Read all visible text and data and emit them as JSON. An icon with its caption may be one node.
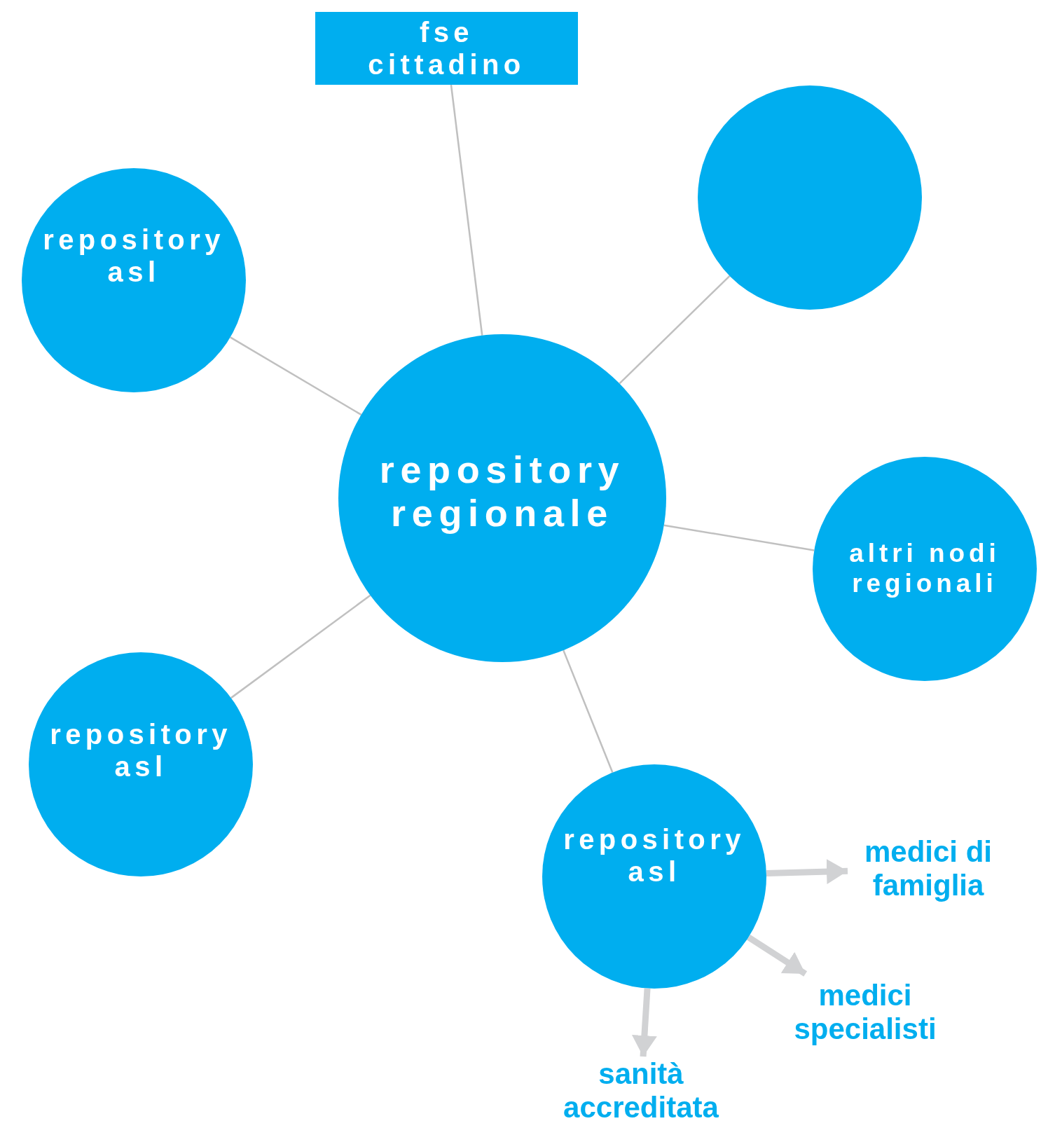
{
  "diagram": {
    "nodes": [
      {
        "text": [
          "fse cittadino"
        ]
      },
      {
        "text": [
          "repository asl"
        ]
      },
      {
        "text": [],
        "shape": "circle"
      },
      {
        "text": [
          "repository regionale"
        ]
      },
      {
        "text": [
          "altri nodi regionali"
        ]
      },
      {
        "text": [
          "repository asl"
        ]
      },
      {
        "text": [
          "repository asl"
        ]
      },
      {
        "text": [
          "medici di famiglia"
        ]
      },
      {
        "text": [
          "medici specialisti"
        ]
      },
      {
        "text": [
          "sanità accreditata"
        ]
      }
    ],
    "edges": [
      {
        "from": 0,
        "to": 3,
        "arrow": "none"
      },
      {
        "from": 3,
        "to": 1,
        "arrow": "none"
      },
      {
        "from": 3,
        "to": 2,
        "arrow": "none"
      },
      {
        "from": 3,
        "to": 4,
        "arrow": "none"
      },
      {
        "from": 3,
        "to": 5,
        "arrow": "none"
      },
      {
        "from": 3,
        "to": 6,
        "arrow": "none"
      },
      {
        "from": 6,
        "to": 7,
        "arrow": "to",
        "style": "thick",
        "color": "#d1d2d4"
      },
      {
        "from": 6,
        "to": 8,
        "arrow": "to",
        "style": "thick",
        "color": "#d1d2d4"
      },
      {
        "from": 6,
        "to": 9,
        "arrow": "to",
        "style": "thick",
        "color": "#d1d2d4"
      }
    ]
  }
}
